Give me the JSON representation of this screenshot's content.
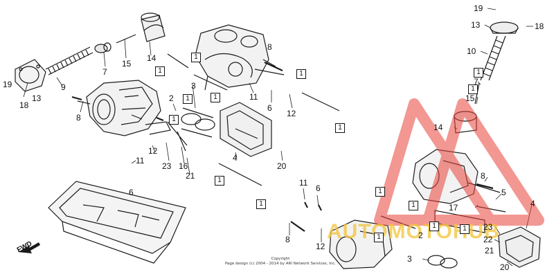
{
  "diagram": {
    "callouts": {
      "p19a": "19",
      "p18a": "18",
      "p13a": "13",
      "p9": "9",
      "p7a": "7",
      "p15a": "15",
      "p14a": "14",
      "p8a": "8",
      "p2": "2",
      "p3a": "3",
      "p12a": "12",
      "p23a": "23",
      "p16": "16",
      "p21": "21",
      "p11a": "11",
      "p6a": "6",
      "p8b": "8",
      "p11b": "11",
      "p6b": "6",
      "p12b": "12",
      "p4a": "4",
      "p20a": "20",
      "p11c": "11",
      "p6c": "6",
      "p8c": "8",
      "p12c": "12",
      "p19b": "19",
      "p13b": "13",
      "p18b": "18",
      "p10": "10",
      "p7b": "7",
      "p15b": "15",
      "p14b": "14",
      "p8d": "8",
      "p5": "5",
      "p17": "17",
      "p4b": "4",
      "p23b": "23",
      "p22": "22",
      "p20b": "20",
      "p3b": "3",
      "p2b": "2",
      "p21b": "21"
    },
    "box_label": "1",
    "fwd_label": "FWD",
    "copyright_line1": "Copyright",
    "copyright_line2": "Page design (c) 2004 - 2014 by ARI Network Services, Inc.",
    "watermark_text": "AUTOMOTOHUB"
  },
  "colors": {
    "line": "#1a1a1a",
    "watermark_red": "#e8433a",
    "watermark_yellow": "#f4c642"
  }
}
